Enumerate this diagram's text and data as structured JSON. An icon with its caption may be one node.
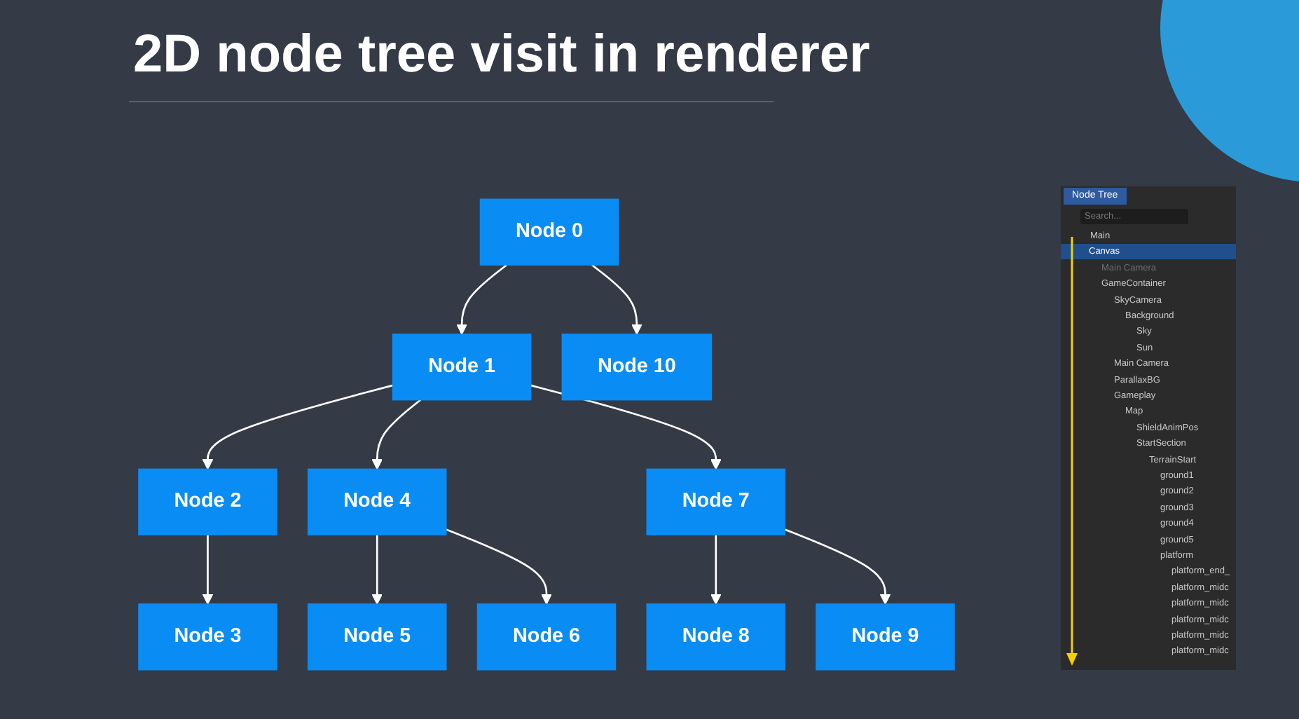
{
  "diagram": {
    "title": "2D node tree visit in renderer",
    "nodes": [
      {
        "text": [
          "Node 0"
        ]
      },
      {
        "text": [
          "Node 1"
        ]
      },
      {
        "text": [
          "Node 10"
        ]
      },
      {
        "text": [
          "Node 2"
        ]
      },
      {
        "text": [
          "Node 4"
        ]
      },
      {
        "text": [
          "Node 7"
        ]
      },
      {
        "text": [
          "Node 3"
        ]
      },
      {
        "text": [
          "Node 5"
        ]
      },
      {
        "text": [
          "Node 6"
        ]
      },
      {
        "text": [
          "Node 8"
        ]
      },
      {
        "text": [
          "Node 9"
        ]
      }
    ],
    "edges": [
      {
        "from": 0,
        "to": 1,
        "arrow": "to"
      },
      {
        "from": 0,
        "to": 2,
        "arrow": "to"
      },
      {
        "from": 1,
        "to": 3,
        "arrow": "to"
      },
      {
        "from": 1,
        "to": 4,
        "arrow": "to"
      },
      {
        "from": 1,
        "to": 5,
        "arrow": "to"
      },
      {
        "from": 3,
        "to": 6,
        "arrow": "to"
      },
      {
        "from": 4,
        "to": 7,
        "arrow": "to"
      },
      {
        "from": 4,
        "to": 8,
        "arrow": "to"
      },
      {
        "from": 5,
        "to": 9,
        "arrow": "to"
      },
      {
        "from": 5,
        "to": 10,
        "arrow": "to"
      }
    ],
    "labels": [
      "Node Tree",
      "Search...",
      "Main",
      "Canvas",
      "Main Camera",
      "GameContainer",
      "SkyCamera",
      "Background",
      "Sky",
      "Sun",
      "Main Camera",
      "ParallaxBG",
      "Gameplay",
      "Map",
      "ShieldAnimPos",
      "StartSection",
      "TerrainStart",
      "ground1",
      "ground2",
      "ground3",
      "ground4",
      "ground5",
      "platform",
      "platform_end_",
      "platform_midc",
      "platform_midc",
      "platform_midc",
      "platform_midc",
      "platform_midc"
    ]
  }
}
